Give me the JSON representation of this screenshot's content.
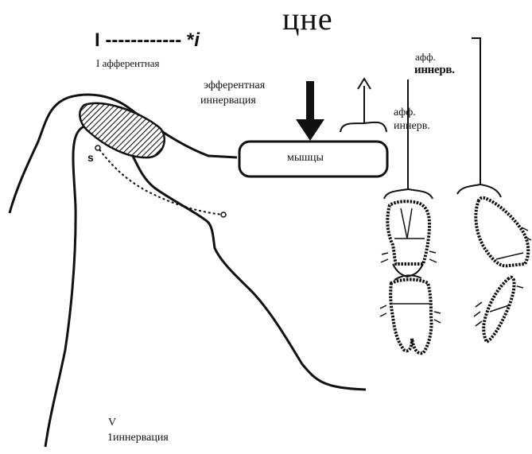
{
  "texts": {
    "top_fragment": "цне",
    "dash_line": "I ------------ *",
    "dash_tail": "i",
    "afferent_left": "I афферентная",
    "efferent_line1": "эфферентная",
    "efferent_line2": "иннервация",
    "aff_mid_line1": "афф.",
    "aff_mid_line2": "иннерв.",
    "aff_right_line1": "афф.",
    "aff_right_line2": "иннерв.",
    "muscles": "мышцы",
    "s_label": "s",
    "bottom_v": "V",
    "bottom_innervation": "1иннервация"
  }
}
